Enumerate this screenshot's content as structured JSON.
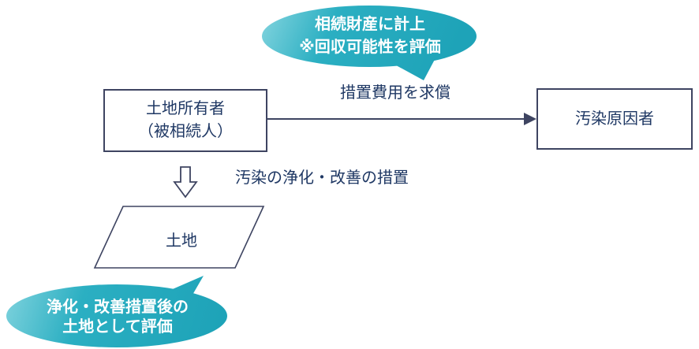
{
  "nodes": {
    "owner": {
      "line1": "土地所有者",
      "line2": "（被相続人）"
    },
    "polluter": {
      "label": "汚染原因者"
    },
    "land": {
      "label": "土地"
    }
  },
  "labels": {
    "claim_arrow": "措置費用を求償",
    "remediation": "汚染の浄化・改善の措置"
  },
  "callouts": {
    "top": {
      "line1": "相続財産に計上",
      "line2": "※回収可能性を評価"
    },
    "bottom": {
      "line1": "浄化・改善措置後の",
      "line2": "土地として評価"
    }
  },
  "colors": {
    "callout_teal": "#2bafc2",
    "callout_teal_highlight": "#7ed2dd",
    "text_navy": "#1f3864",
    "line_slate": "#3e4461",
    "shape_fill": "#ffffff"
  }
}
